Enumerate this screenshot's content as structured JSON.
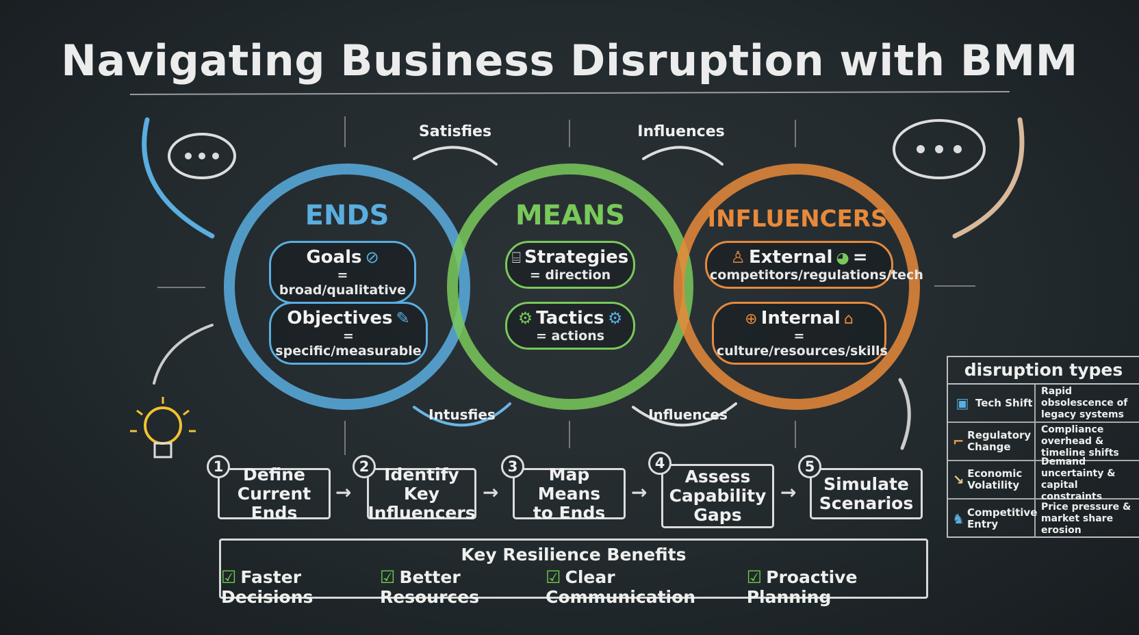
{
  "title": "Navigating Business Disruption with BMM",
  "colors": {
    "ends": "#5aaee0",
    "means": "#79c95a",
    "influencers": "#e8893a",
    "chalk": "#e8e8e8"
  },
  "flow_labels": {
    "top_left": "Satisfies",
    "top_right": "Influences",
    "bottom_left": "Intusfies",
    "bottom_right": "Influences"
  },
  "ends": {
    "heading": "ENDS",
    "items": [
      {
        "title": "Goals",
        "icon": "target-icon",
        "desc": "= broad/qualitative"
      },
      {
        "title": "Objectives",
        "icon": "pencil-icon",
        "desc": "= specific/measurable"
      }
    ]
  },
  "means": {
    "heading": "MEANS",
    "items": [
      {
        "title": "Strategies",
        "icon": "building-icon",
        "desc": "= direction"
      },
      {
        "title": "Tactics",
        "icon": "gear-icon",
        "desc": "= actions"
      }
    ]
  },
  "influencers": {
    "heading": "INFLUENCERS",
    "items": [
      {
        "title": "External",
        "suffix": "=",
        "icon": "globe-icon",
        "desc": "competitors/regulations/tech"
      },
      {
        "title": "Internal",
        "icon": "institution-icon",
        "desc": "= culture/resources/skills"
      }
    ]
  },
  "steps": [
    {
      "num": "1",
      "label": "Define\nCurrent Ends"
    },
    {
      "num": "2",
      "label": "Identify Key\nInfluencers"
    },
    {
      "num": "3",
      "label": "Map Means\nto Ends"
    },
    {
      "num": "4",
      "label": "Assess\nCapability\nGaps"
    },
    {
      "num": "5",
      "label": "Simulate\nScenarios"
    }
  ],
  "benefits": {
    "title": "Key Resilience Benefits",
    "items": [
      "Faster Decisions",
      "Better Resources",
      "Clear Communication",
      "Proactive Planning"
    ]
  },
  "disruption_table": {
    "title": "disruption types",
    "rows": [
      {
        "type": "Tech Shift",
        "icon": "laptop-icon",
        "impact": "Rapid obsolescence of legacy systems"
      },
      {
        "type": "Regulatory Change",
        "icon": "stairs-icon",
        "impact": "Compliance overhead & timeline shifts"
      },
      {
        "type": "Economic Volatility",
        "icon": "down-arrow-icon",
        "impact": "Demand uncertainty & capital constraints"
      },
      {
        "type": "Competitive Entry",
        "icon": "chess-icon",
        "impact": "Price pressure & market share erosion"
      }
    ]
  }
}
